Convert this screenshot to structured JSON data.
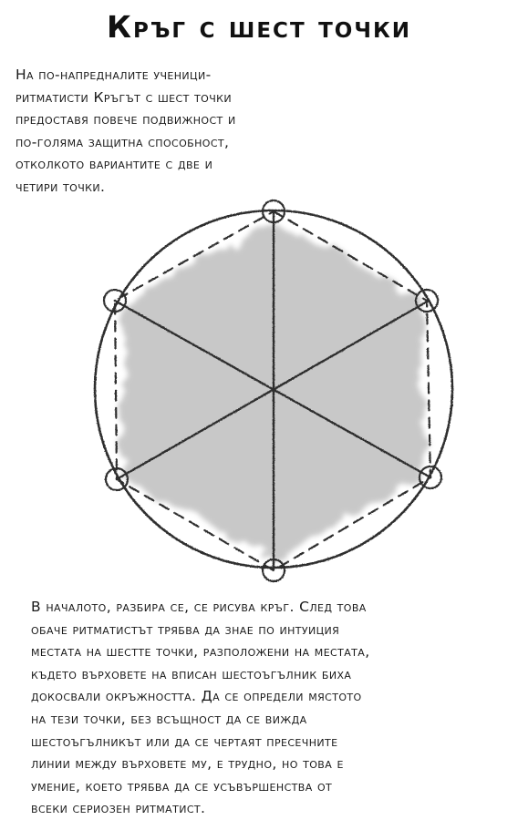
{
  "title": "Кръг с шест точки",
  "intro": {
    "lines": [
      "На по-напредналите ученици-",
      "ритматисти Кръгът с шест точки",
      "предоставя повече подвижност и",
      "по-голяма защитна способност,",
      "отколкото вариантите с две и",
      "четири точки."
    ]
  },
  "body": {
    "lines": [
      "В началото, разбира се, се рисува кръг. След това",
      "обаче ритматистът трябва да знае по интуиция",
      "местата на шестте точки, разположени на местата,",
      "където върховете на вписан шестоъгълник биха",
      "докосвали окръжността. Да се определи мястото",
      "на тези точки, без всъщност да се вижда",
      "шестоъгълникът или да се чертаят пресечните",
      "линии между върховете му, е трудно, но това е",
      "умение, което трябва да се усъвършенства от",
      "всеки сериозен ритматист."
    ]
  },
  "diagram": {
    "type": "circle-with-six-points",
    "stroke_color": "#333333",
    "fill_color": "#9a9a9a"
  }
}
